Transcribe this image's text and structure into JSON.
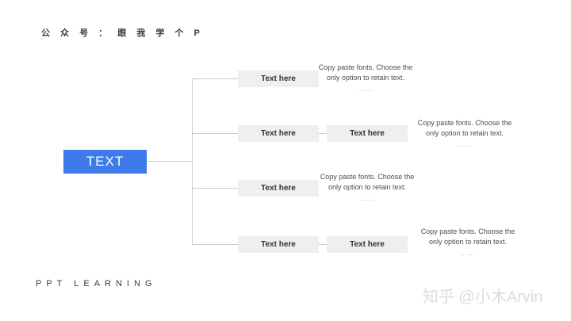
{
  "slide": {
    "header": "公 众 号 ：  跟 我 学 个 P",
    "footer": "PPT LEARNING",
    "watermark": "知乎 @小木Arvin",
    "root": {
      "label": "TEXT"
    },
    "rows": [
      {
        "boxes": [
          "Text here"
        ],
        "desc": "Copy paste fonts. Choose the only option to retain text.",
        "ellipsis": "......"
      },
      {
        "boxes": [
          "Text here",
          "Text here"
        ],
        "desc": "Copy paste fonts. Choose the only option to retain text.",
        "ellipsis": "......"
      },
      {
        "boxes": [
          "Text here"
        ],
        "desc": "Copy paste fonts. Choose the only option to retain text.",
        "ellipsis": "......"
      },
      {
        "boxes": [
          "Text here",
          "Text here"
        ],
        "desc": "Copy paste fonts. Choose the only option to retain text.",
        "ellipsis": "......"
      }
    ],
    "colors": {
      "accent_blue": "#3d7bea",
      "box_gray": "#efefef",
      "line_gray": "#cccccc"
    }
  }
}
